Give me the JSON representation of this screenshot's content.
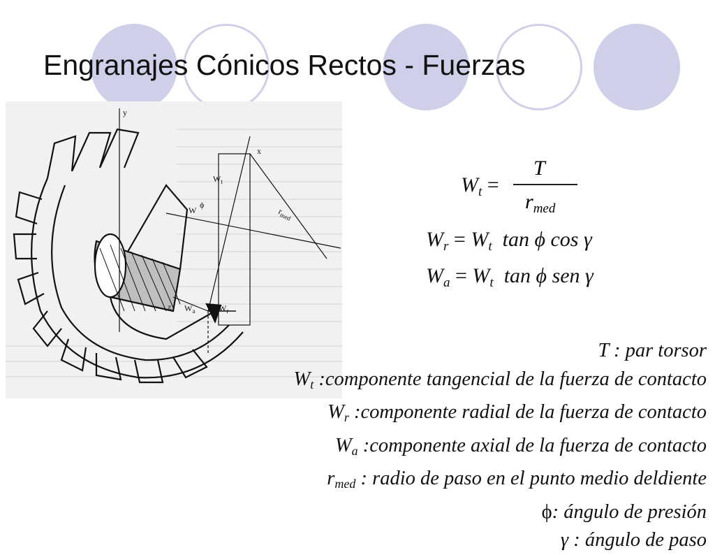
{
  "slide": {
    "title": "Engranajes Cónicos Rectos - Fuerzas"
  },
  "colors": {
    "circle_fill": "#cfcfe9",
    "text": "#111111"
  },
  "figure": {
    "icon": "bevel-gear-force-diagram",
    "labels": {
      "y": "y",
      "z": "z",
      "x": "x",
      "wt": "W",
      "wt_sub": "t",
      "w": "W",
      "ws": "W",
      "ws_sub": "a",
      "wr": "W",
      "wr_sub": "r",
      "rmed": "r",
      "rmed_sub": "med",
      "phi": "ϕ"
    }
  },
  "formulas": {
    "wt": {
      "lhs": "W",
      "lhs_sub": "t",
      "eq": "=",
      "num": "T",
      "den": "r",
      "den_sub": "med"
    },
    "wr": {
      "lhs": "W",
      "lhs_sub": "r",
      "eq": "=",
      "rhs": "W",
      "rhs_sub": "t",
      "rest": "tan ϕ cos γ"
    },
    "wa": {
      "lhs": "W",
      "lhs_sub": "a",
      "eq": "=",
      "rhs": "W",
      "rhs_sub": "t",
      "rest": "tan ϕ sen γ"
    }
  },
  "legend": [
    {
      "sym": "T",
      "sub": "",
      "text": " : par torsor"
    },
    {
      "sym": "W",
      "sub": "t",
      "text": " :componente tangencial de la fuerza de contacto"
    },
    {
      "sym": "W",
      "sub": "r",
      "text": " :componente radial de la fuerza de contacto"
    },
    {
      "sym": "W",
      "sub": "a",
      "text": " :componente axial de la fuerza de contacto"
    },
    {
      "sym": "r",
      "sub": "med",
      "text": " : radio de paso en el punto medio deldiente"
    },
    {
      "sym": "ϕ",
      "sub": "",
      "text": ": ángulo de presión"
    },
    {
      "sym": "γ",
      "sub": "",
      "text": " : ángulo de paso"
    }
  ]
}
